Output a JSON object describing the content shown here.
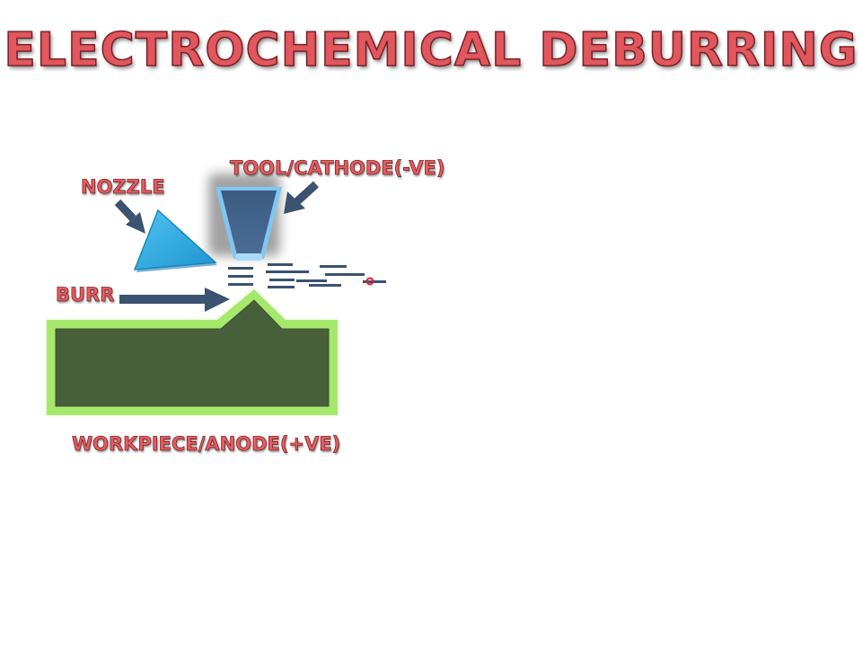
{
  "title": "ELECTROCHEMICAL DEBURRING",
  "labels": {
    "nozzle": "NOZZLE",
    "tool": "TOOL/CATHODE(-VE)",
    "burr": "BURR",
    "workpiece": "WORKPIECE/ANODE(+VE)"
  },
  "colors": {
    "title": "#e0575d",
    "label": "#e35d62",
    "arrow": "#3b5270",
    "nozzle": "#2aa6de",
    "tool": "#3f5f86",
    "workpiece_fill": "#47603a",
    "workpiece_border": "#a6e86c",
    "cursor": "#e0202a"
  }
}
